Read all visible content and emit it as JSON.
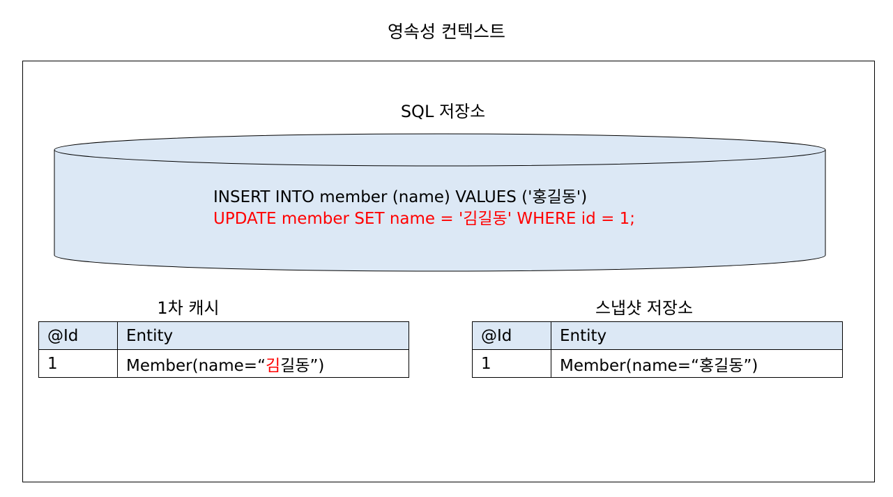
{
  "title": "영속성 컨텍스트",
  "sql_store": {
    "label": "SQL 저장소",
    "lines": [
      "INSERT INTO member (name) VALUES ('홍길동')",
      "UPDATE member SET name = '김길동' WHERE id = 1;"
    ],
    "colors": {
      "fill": "#dce8f5",
      "highlight": "#ff0000"
    }
  },
  "first_level_cache": {
    "label": "1차 캐시",
    "headers": [
      "@Id",
      "Entity"
    ],
    "row": {
      "id": "1",
      "entity_prefix": "Member(name=“",
      "entity_changed": "김",
      "entity_rest": "길동",
      "entity_suffix": "”)"
    }
  },
  "snapshot_store": {
    "label": "스냅샷 저장소",
    "headers": [
      "@Id",
      "Entity"
    ],
    "row": {
      "id": "1",
      "entity": "Member(name=“홍길동”)"
    }
  }
}
